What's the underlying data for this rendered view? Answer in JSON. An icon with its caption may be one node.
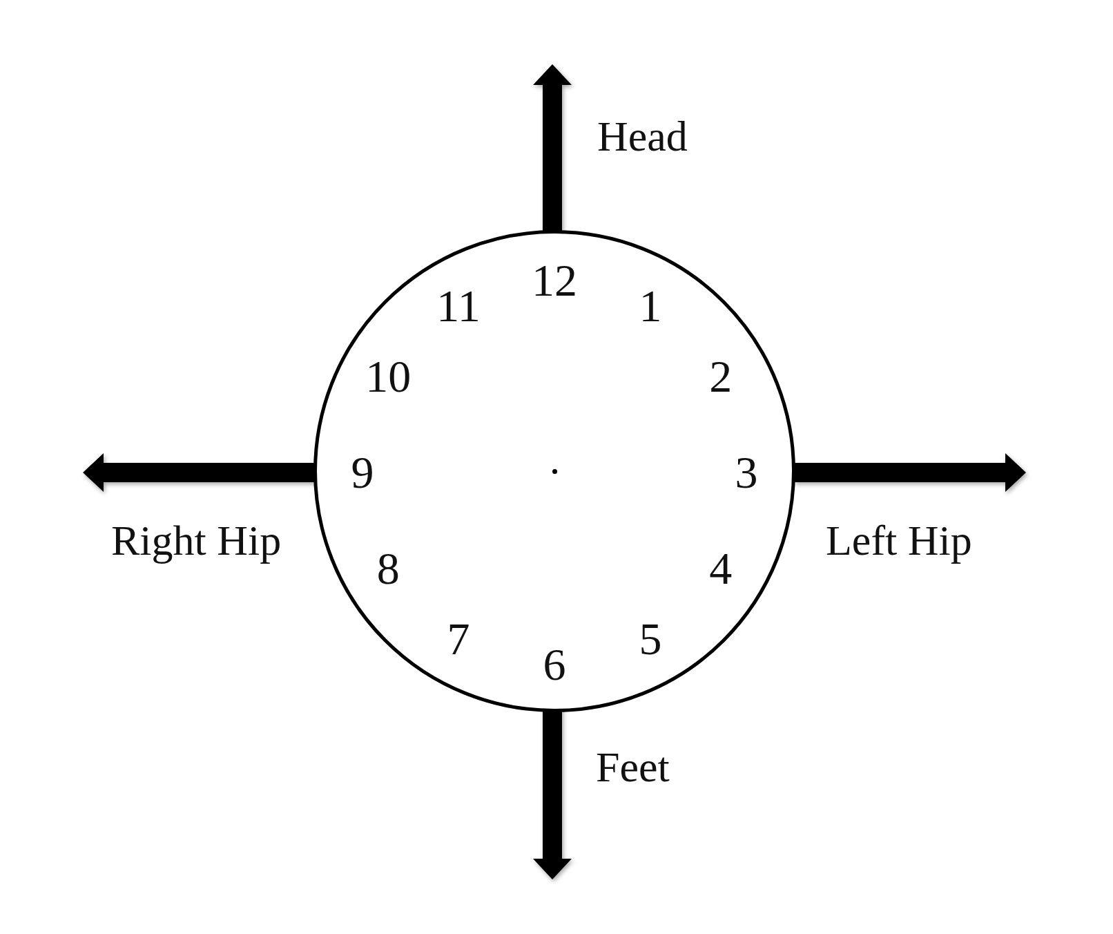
{
  "diagram": {
    "nodes": [
      {
        "text": [
          "12",
          "1",
          "2",
          "3",
          "4",
          "5",
          "6",
          "7",
          "8",
          "9",
          "10",
          "11"
        ]
      }
    ],
    "labels": [
      "Head",
      "Right Hip",
      "Left Hip",
      "Feet"
    ]
  }
}
